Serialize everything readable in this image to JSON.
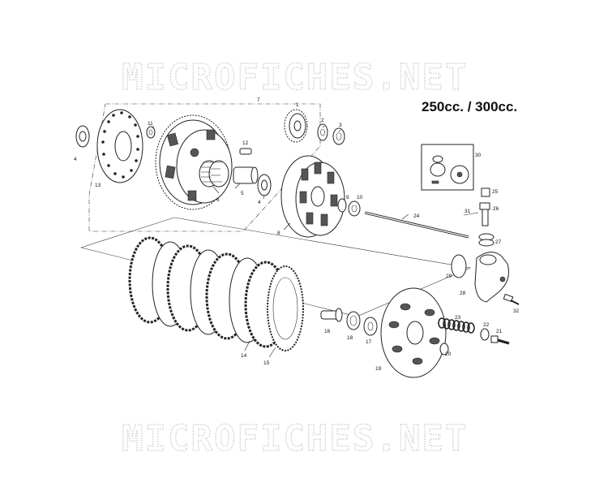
{
  "watermark": {
    "top": "MICROFICHES.NET",
    "bottom": "MICROFICHES.NET"
  },
  "heading": "250cc. / 300cc.",
  "callouts": {
    "c1": "1",
    "c2": "2",
    "c3": "3",
    "c4a": "4",
    "c4b": "4",
    "c5": "5",
    "c6": "6",
    "c7": "7",
    "c8": "8",
    "c9": "9",
    "c10": "10",
    "c11": "11",
    "c12": "12",
    "c13": "13",
    "c14": "14",
    "c15": "15",
    "c16": "16",
    "c17": "17",
    "c18": "18",
    "c19": "19",
    "c20": "20",
    "c21": "21",
    "c22": "22",
    "c23": "23",
    "c24": "24",
    "c25": "25",
    "c26": "26",
    "c27": "27",
    "c28": "28",
    "c29": "29",
    "c30": "30",
    "c31": "31",
    "c32": "32"
  }
}
